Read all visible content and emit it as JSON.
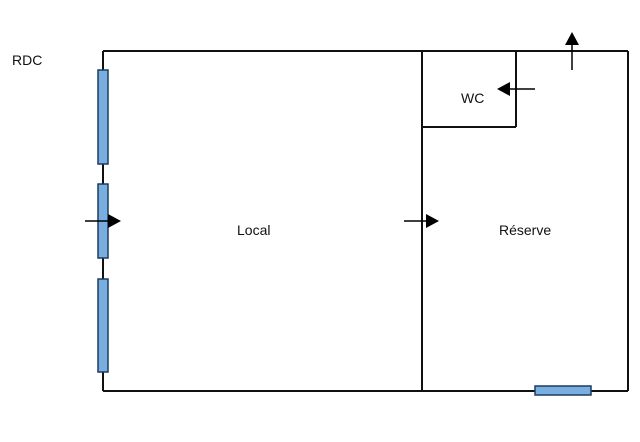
{
  "floor_label": "RDC",
  "rooms": {
    "local": "Local",
    "reserve": "Réserve",
    "wc": "WC"
  },
  "colors": {
    "wall": "#111111",
    "window_fill": "#79aee0",
    "window_stroke": "#1e3a5f",
    "arrow": "#000000"
  }
}
